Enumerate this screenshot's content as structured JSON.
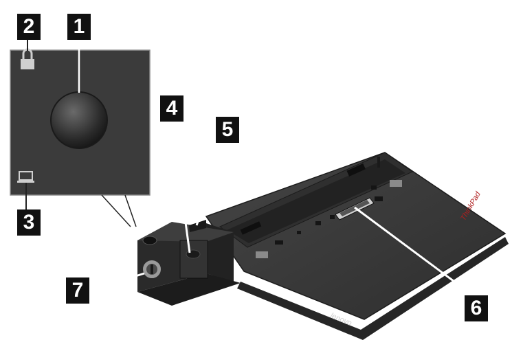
{
  "diagram": {
    "brand_dock": "lenovo",
    "brand_top": "ThinkPad"
  },
  "callouts": [
    {
      "id": "1",
      "label": "1"
    },
    {
      "id": "2",
      "label": "2"
    },
    {
      "id": "3",
      "label": "3"
    },
    {
      "id": "4",
      "label": "4"
    },
    {
      "id": "5",
      "label": "5"
    },
    {
      "id": "6",
      "label": "6"
    },
    {
      "id": "7",
      "label": "7"
    }
  ],
  "colors": {
    "callout_bg": "#111111",
    "callout_text": "#ffffff",
    "inset_panel": "#3b3b3b",
    "dock_top": "#3a3a3a",
    "dock_side": "#262626",
    "leader": "#ffffff"
  },
  "icons": [
    "lock-icon",
    "laptop-icon",
    "power-button-icon",
    "key-lock-icon"
  ]
}
